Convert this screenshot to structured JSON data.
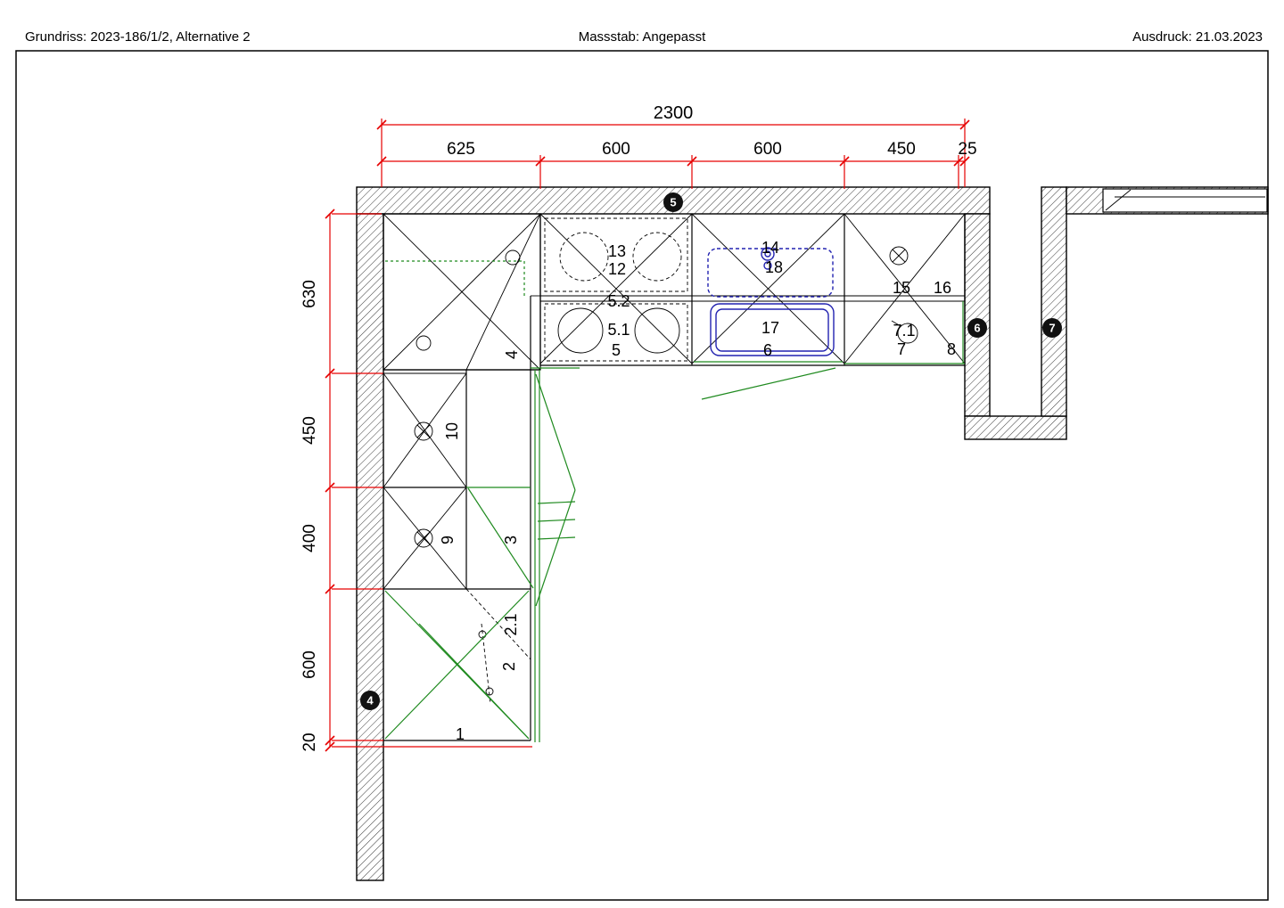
{
  "header": {
    "left": "Grundriss: 2023-186/1/2, Alternative 2",
    "center": "Massstab: Angepasst",
    "right": "Ausdruck: 21.03.2023"
  },
  "dimensions": {
    "top_total": "2300",
    "top_segments": [
      "625",
      "600",
      "600",
      "450",
      "25"
    ],
    "left_segments": [
      "630",
      "450",
      "400",
      "600",
      "20"
    ]
  },
  "callouts": {
    "c4": "4",
    "c5": "5",
    "c6": "6",
    "c7": "7"
  },
  "units": {
    "u1": "1",
    "u2": "2",
    "u2_1": "2.1",
    "u3": "3",
    "u4": "4",
    "u5": "5",
    "u5_1": "5.1",
    "u5_2": "5.2",
    "u6": "6",
    "u7": "7",
    "u7_1": "7.1",
    "u8": "8",
    "u9": "9",
    "u10": "10",
    "u12": "12",
    "u13": "13",
    "u14": "14",
    "u15": "15",
    "u16": "16",
    "u17": "17",
    "u18": "18"
  },
  "colors": {
    "dimension_line": "#e60000",
    "door_swing": "#1f8a1f",
    "sink_outline": "#2222b0",
    "wall_hatch": "#3a3a3a"
  }
}
